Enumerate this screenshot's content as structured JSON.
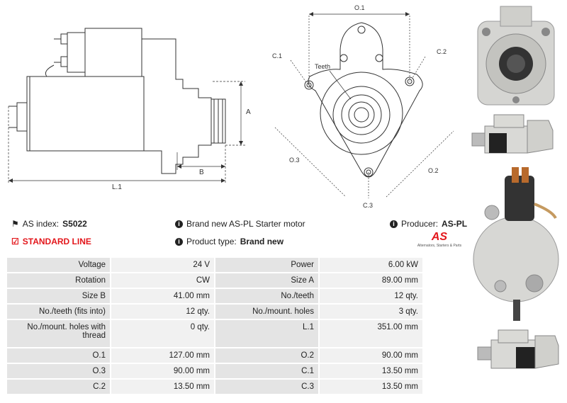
{
  "diagram": {
    "labels": {
      "o1": "O.1",
      "c1": "C.1",
      "c2": "C.2",
      "teeth": "Teeth",
      "a": "A",
      "b": "B",
      "l1": "L.1",
      "o3": "O.3",
      "o2": "O.2",
      "c3": "C.3"
    }
  },
  "info": {
    "as_index_label": "AS index:",
    "as_index_value": "S5022",
    "standard_line": "STANDARD LINE",
    "description": "Brand new AS-PL Starter motor",
    "product_type_label": "Product type:",
    "product_type_value": "Brand new",
    "producer_label": "Producer:",
    "producer_value": "AS-PL",
    "logo_text": "AS",
    "logo_tagline": "Alternators, Starters & Parts"
  },
  "specs": [
    {
      "k1": "Voltage",
      "v1": "24 V",
      "k2": "Power",
      "v2": "6.00 kW"
    },
    {
      "k1": "Rotation",
      "v1": "CW",
      "k2": "Size A",
      "v2": "89.00 mm"
    },
    {
      "k1": "Size B",
      "v1": "41.00 mm",
      "k2": "No./teeth",
      "v2": "12 qty."
    },
    {
      "k1": "No./teeth (fits into)",
      "v1": "12 qty.",
      "k2": "No./mount. holes",
      "v2": "3 qty."
    },
    {
      "k1": "No./mount. holes with thread",
      "v1": "0 qty.",
      "k2": "L.1",
      "v2": "351.00 mm"
    },
    {
      "k1": "O.1",
      "v1": "127.00 mm",
      "k2": "O.2",
      "v2": "90.00 mm"
    },
    {
      "k1": "O.3",
      "v1": "90.00 mm",
      "k2": "C.1",
      "v2": "13.50 mm"
    },
    {
      "k1": "C.2",
      "v1": "13.50 mm",
      "k2": "C.3",
      "v2": "13.50 mm"
    }
  ]
}
